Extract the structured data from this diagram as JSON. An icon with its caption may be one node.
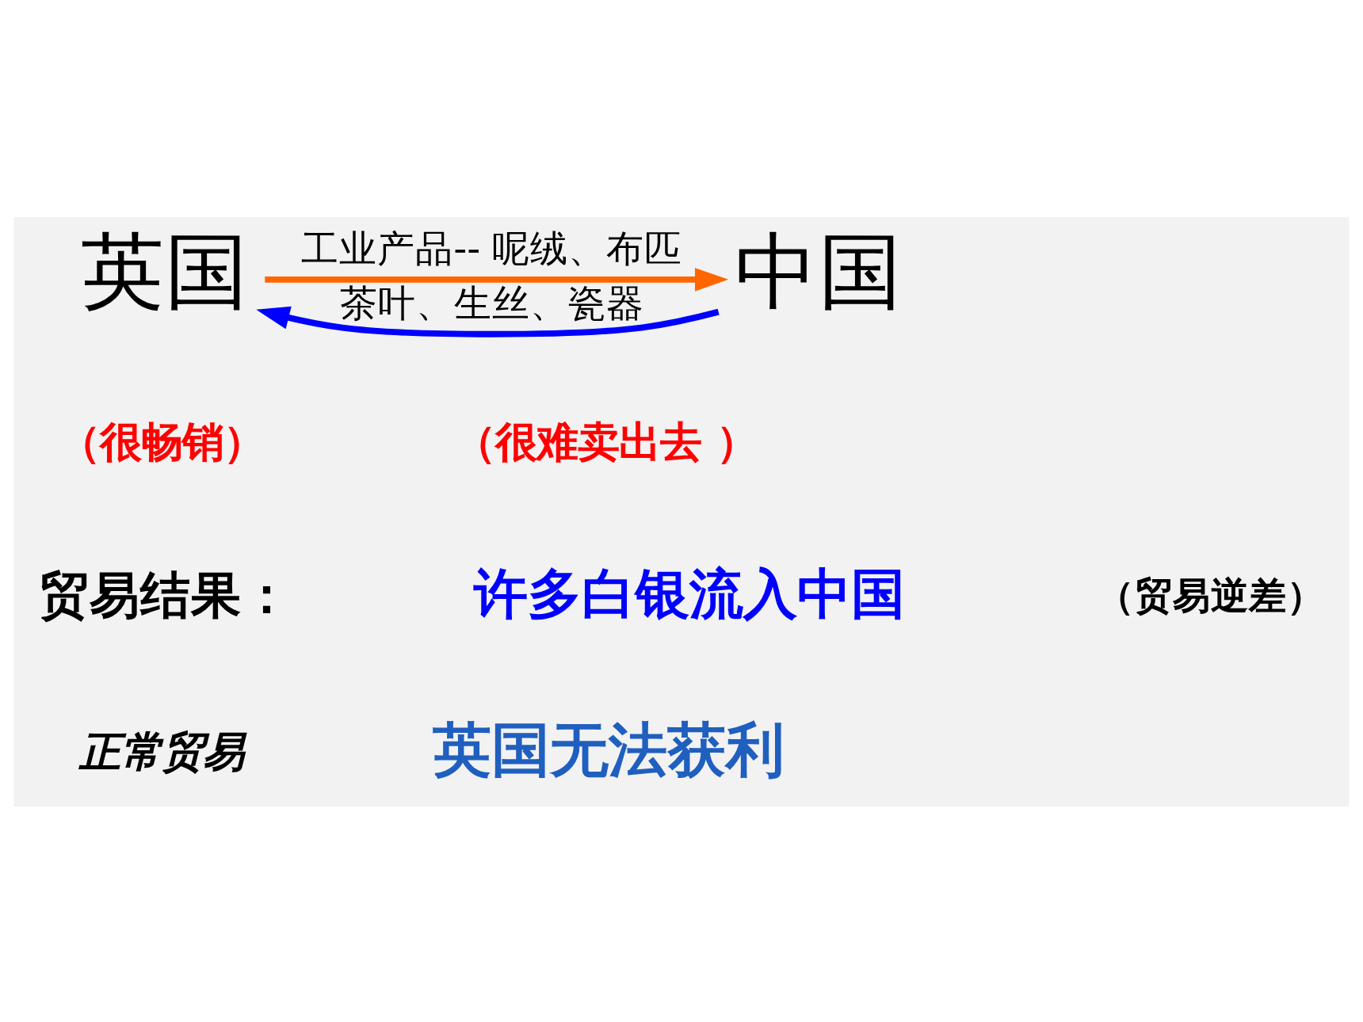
{
  "diagram": {
    "nodes": [
      {
        "text": [
          "英国"
        ]
      },
      {
        "text": [
          "中国"
        ]
      }
    ],
    "edges": [
      {
        "from": 1,
        "to": 0,
        "arrow": "to",
        "label": "茶叶、生丝、瓷器",
        "color": "#0000ff"
      },
      {
        "from": 0,
        "to": 1,
        "arrow": "to",
        "label": "工业产品-- 呢绒、布匹",
        "color": "#ff6600"
      }
    ],
    "labels": [
      "（很畅销）",
      "（很难卖出去 ）",
      "贸易结果：",
      "许多白银流入中国",
      "（贸易逆差）",
      "正常贸易",
      "英国无法获利"
    ]
  }
}
